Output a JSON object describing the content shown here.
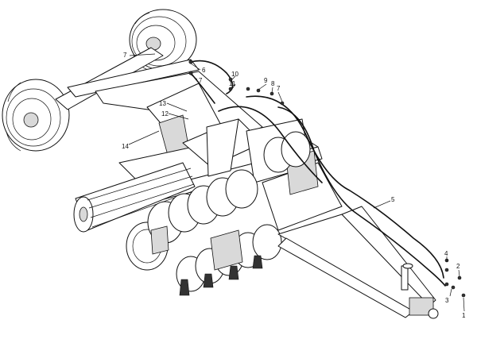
{
  "callouts": [
    {
      "id": "c7a",
      "text": "7"
    },
    {
      "id": "c6",
      "text": "6"
    },
    {
      "id": "c7b",
      "text": "7"
    },
    {
      "id": "c10",
      "text": "10"
    },
    {
      "id": "c11",
      "text": "11"
    },
    {
      "id": "c9",
      "text": "9"
    },
    {
      "id": "c8",
      "text": "8"
    },
    {
      "id": "c7c",
      "text": "7"
    },
    {
      "id": "c13",
      "text": "13"
    },
    {
      "id": "c12",
      "text": "12"
    },
    {
      "id": "c14",
      "text": "14"
    },
    {
      "id": "c5",
      "text": "5"
    },
    {
      "id": "c4",
      "text": "4"
    },
    {
      "id": "c2",
      "text": "2"
    },
    {
      "id": "c3",
      "text": "3"
    },
    {
      "id": "c1",
      "text": "1"
    }
  ]
}
